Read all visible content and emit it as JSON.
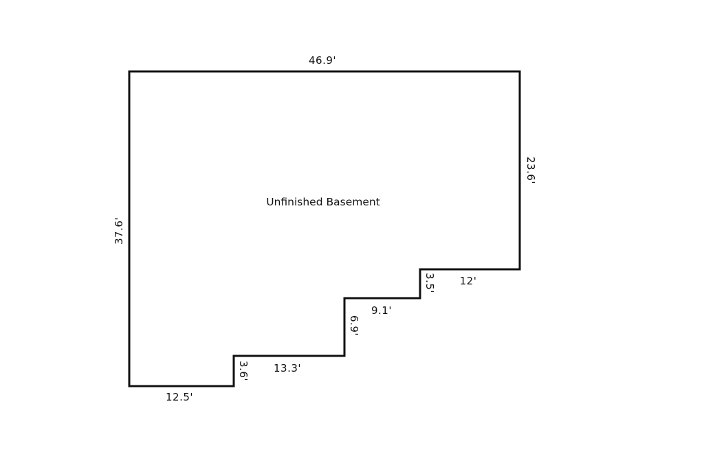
{
  "room": {
    "name": "Unfinished Basement"
  },
  "dimensions": {
    "top": "46.9'",
    "right": "23.6'",
    "left": "37.6'",
    "step_rise_1": "3.5'",
    "step_run_1": "12'",
    "step_run_2": "9.1'",
    "step_rise_2": "6.9'",
    "step_run_3": "13.3'",
    "step_rise_3": "3.6'",
    "bottom": "12.5'"
  },
  "colors": {
    "wall": "#111111",
    "background": "#ffffff"
  }
}
